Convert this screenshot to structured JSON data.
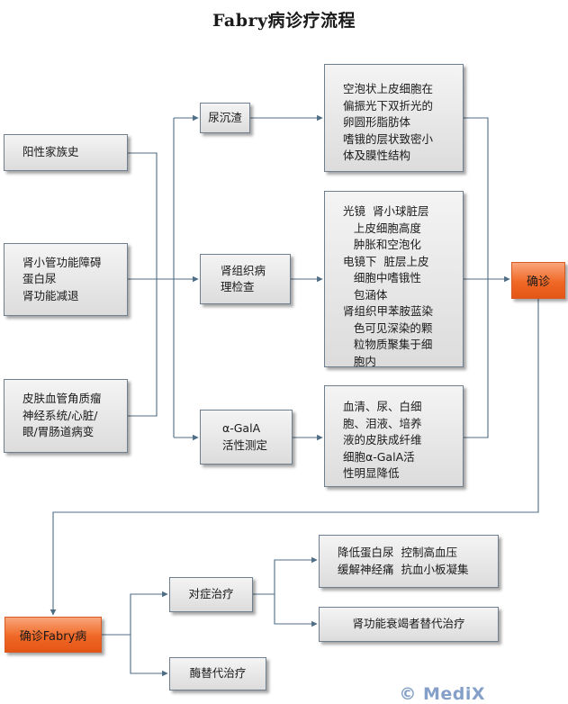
{
  "title": "Fabry病诊疗流程",
  "inputs": {
    "family": "阳性家族史",
    "renal": [
      "肾小管功能障碍",
      "蛋白尿",
      "肾功能减退"
    ],
    "skin": [
      "皮肤血管角质瘤",
      "神经系统/心脏/",
      "眼/胃肠道病变"
    ]
  },
  "tests": {
    "urine": "尿沉渣",
    "biopsy": [
      "肾组织病",
      "理检查"
    ],
    "gala": [
      "α-GalA",
      "活性测定"
    ]
  },
  "findings": {
    "urine": [
      "空泡状上皮细胞在",
      "偏振光下双折光的",
      "卵圆形脂肪体",
      "嗜锇的层状致密小",
      "体及膜性结构"
    ],
    "biopsy": [
      "光镜  肾小球脏层",
      "   上皮细胞高度",
      "   肿胀和空泡化",
      "电镜下  脏层上皮",
      "   细胞中嗜锇性",
      "   包涵体",
      "肾组织甲苯胺蓝染",
      "   色可见深染的颗",
      "   粒物质聚集于细",
      "   胞内"
    ],
    "gala": [
      "血清、尿、白细",
      "胞、泪液、培养",
      "液的皮肤成纤维",
      "细胞α-GalA活",
      "性明显降低"
    ]
  },
  "diagnosis": "确诊",
  "confirmed": "确诊Fabry病",
  "treatments": {
    "symptomatic": "对症治疗",
    "enzyme": "酶替代治疗",
    "symptomatic_items": {
      "a": [
        "降低蛋白尿  控制高血压",
        "缓解神经痛  抗血小板凝集"
      ],
      "b": "肾功能衰竭者替代治疗"
    }
  },
  "watermark": "© MediX",
  "colors": {
    "box_border": "#6f7f8e",
    "box_fill_top": "#f4f4f4",
    "box_fill_bottom": "#dcdcdc",
    "connector": "#4f6d84",
    "accent_orange": "#f06826"
  }
}
